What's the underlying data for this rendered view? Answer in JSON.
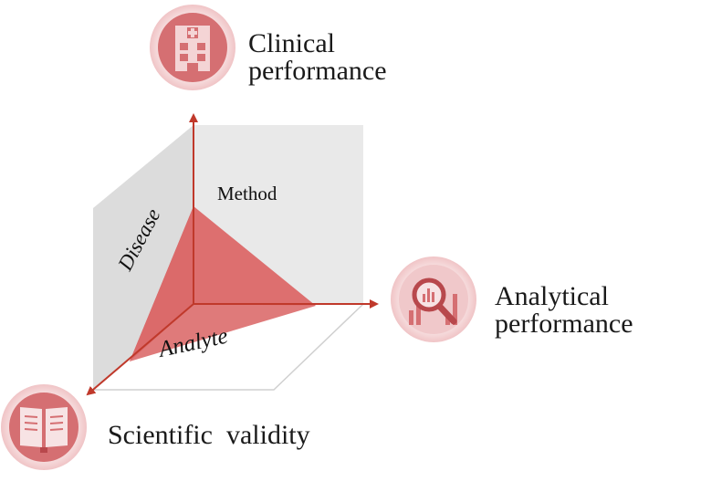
{
  "dimensions": {
    "clinical": {
      "line1": "Clinical",
      "line2": "performance"
    },
    "analytical": {
      "line1": "Analytical",
      "line2": "performance"
    },
    "scientific": {
      "label": "Scientific  validity"
    }
  },
  "planes": {
    "method": "Method",
    "disease": "Disease",
    "analyte": "Analyte"
  },
  "colors": {
    "accent": "#c0392b",
    "icon_circle": "#d9777a",
    "icon_ring": "#f2d2d3",
    "plane_gray": "#e6e6e6",
    "triangle_fill": "#dc6b6b"
  },
  "icons": {
    "clinical": "hospital-icon",
    "analytical": "magnifier-chart-icon",
    "scientific": "open-book-icon"
  }
}
